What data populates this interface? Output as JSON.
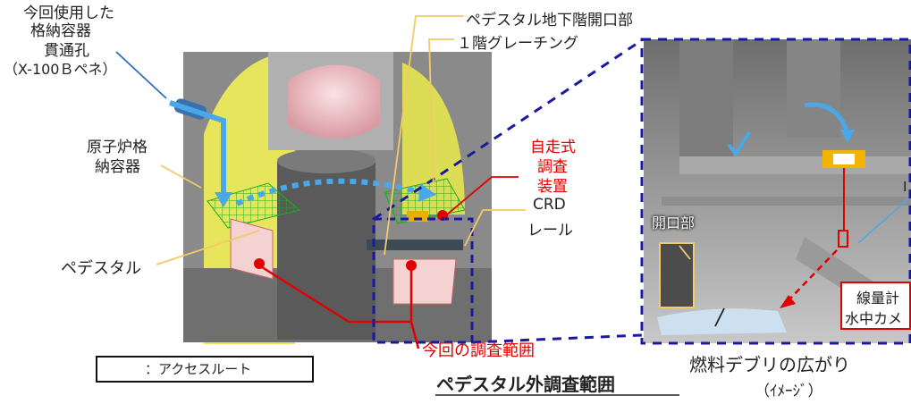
{
  "labels": {
    "penetration_line1": "今回使用した",
    "penetration_line2": "格納容器",
    "penetration_line3": "貫通孔",
    "penetration_line4": "（X-100Ｂペネ）",
    "pcv_line1": "原子炉格",
    "pcv_line2": "納容器",
    "pedestal": "ペデスタル",
    "pedestal_opening": "ペデスタル地下階開口部",
    "grating": "１階グレーチング",
    "robot_line1": "自走式",
    "robot_line2": "調査",
    "robot_line3": "装置",
    "crd_line1": "CRD",
    "crd_line2": "レール",
    "survey_scope": "今回の調査範囲",
    "outside_scope": "ペデスタル外調査範囲",
    "opening_inset": "開口部",
    "dosimeter_line1": "線量計",
    "dosimeter_line2": "水中カメ",
    "debris": "燃料デブリの広がり",
    "image_note": "（ｲﾒｰｼﾞ）",
    "partial_char": "I"
  },
  "legend": {
    "arrow_icon": "blue-arrow-icon",
    "text": "：アクセスルート"
  },
  "colors": {
    "access_route": "#4aa8e8",
    "callout_yellow": "#f2c96b",
    "scope_red": "#e00000",
    "scope_navy": "#1a1aa0",
    "grating_green": "#33dd33",
    "pcv_yellow": "#e8e860"
  }
}
